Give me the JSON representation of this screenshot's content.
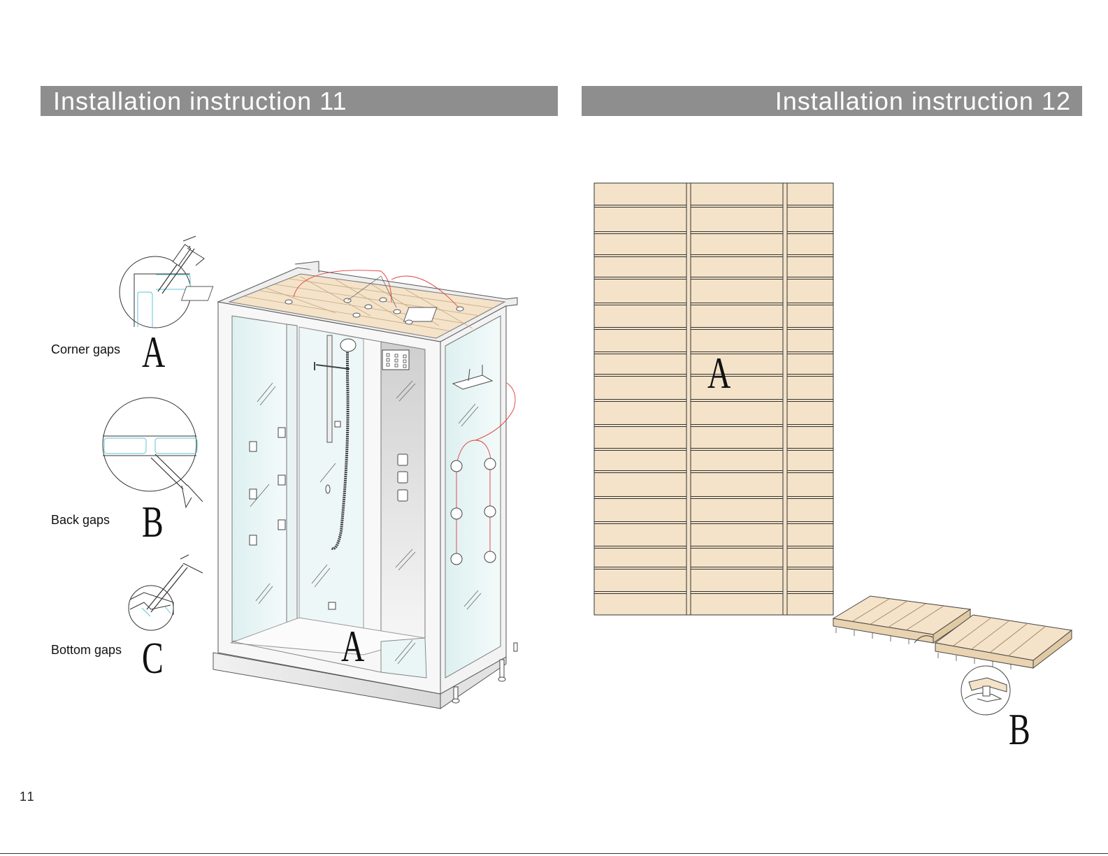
{
  "page": {
    "left_title": "Installation instruction 11",
    "right_title": "Installation instruction 12",
    "page_number": "11"
  },
  "steps": [
    {
      "label": "Corner gaps",
      "letter": "A"
    },
    {
      "label": "Back gaps",
      "letter": "B"
    },
    {
      "label": "Bottom gaps",
      "letter": "C"
    }
  ],
  "cabin_letter": "A",
  "panel_letter": "A",
  "floor_letter": "B",
  "colors": {
    "header_bg": "#8f8e8e",
    "wood": "#f4e3c9",
    "glass": "#e6f4f4",
    "wire": "#e23a3a",
    "seal_line": "#5bc7d3"
  }
}
